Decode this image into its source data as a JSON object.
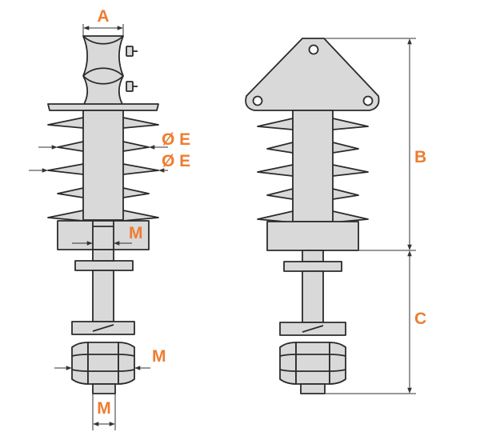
{
  "colors": {
    "fill": "#d9d9d9",
    "outline": "#2b2b2b",
    "dimension": "#333333",
    "label": "#ed7d31"
  },
  "labels": {
    "a": "A",
    "b": "B",
    "c": "C",
    "e1": "Ø E",
    "e2": "Ø E",
    "m_stud": "M",
    "m_nut": "M",
    "m_bottom": "M"
  }
}
